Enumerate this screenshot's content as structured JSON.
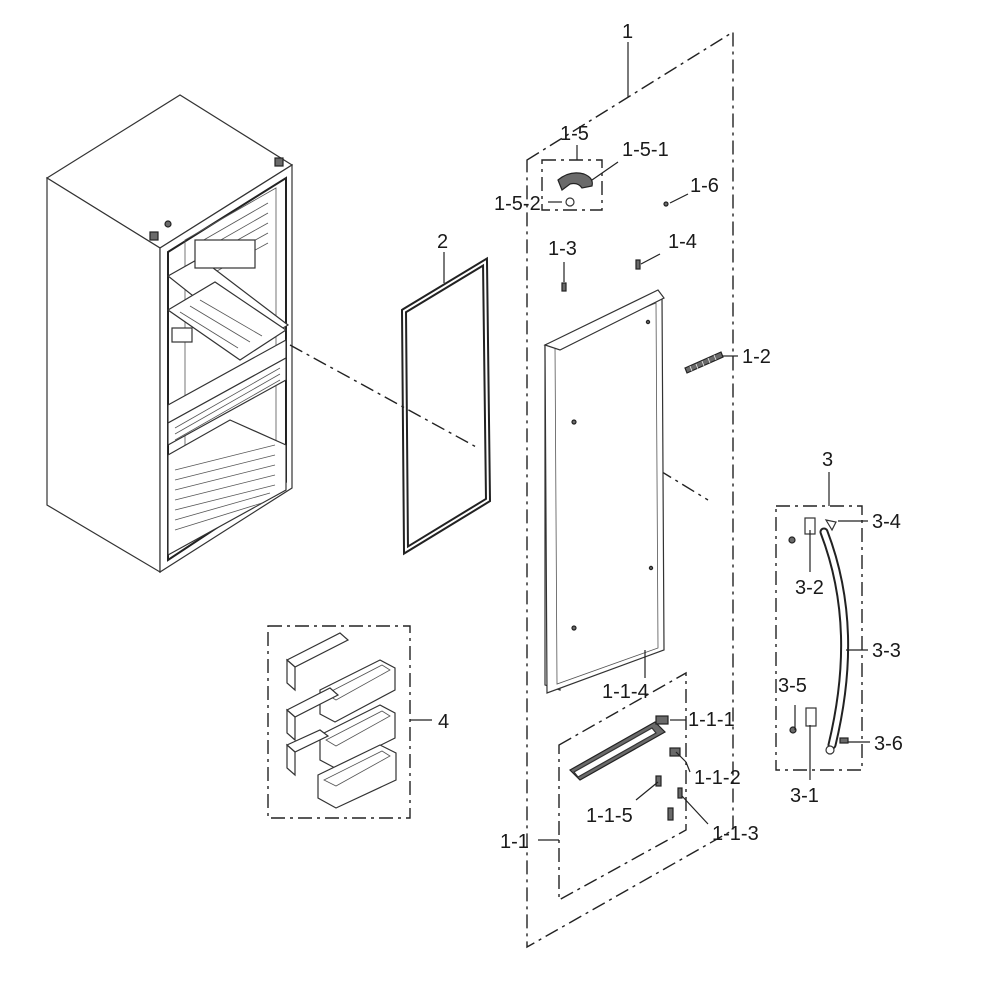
{
  "callouts": {
    "c1": "1",
    "c1_1": "1-1",
    "c1_1_1": "1-1-1",
    "c1_1_2": "1-1-2",
    "c1_1_3": "1-1-3",
    "c1_1_4": "1-1-4",
    "c1_1_5": "1-1-5",
    "c1_2": "1-2",
    "c1_3": "1-3",
    "c1_4": "1-4",
    "c1_5": "1-5",
    "c1_5_1": "1-5-1",
    "c1_5_2": "1-5-2",
    "c1_6": "1-6",
    "c2": "2",
    "c3": "3",
    "c3_1": "3-1",
    "c3_2": "3-2",
    "c3_3": "3-3",
    "c3_4": "3-4",
    "c3_5": "3-5",
    "c3_6": "3-6",
    "c4": "4"
  },
  "colors": {
    "line": "#222222",
    "part_fill": "#ffffff",
    "hardware": "#6a6a6a"
  }
}
